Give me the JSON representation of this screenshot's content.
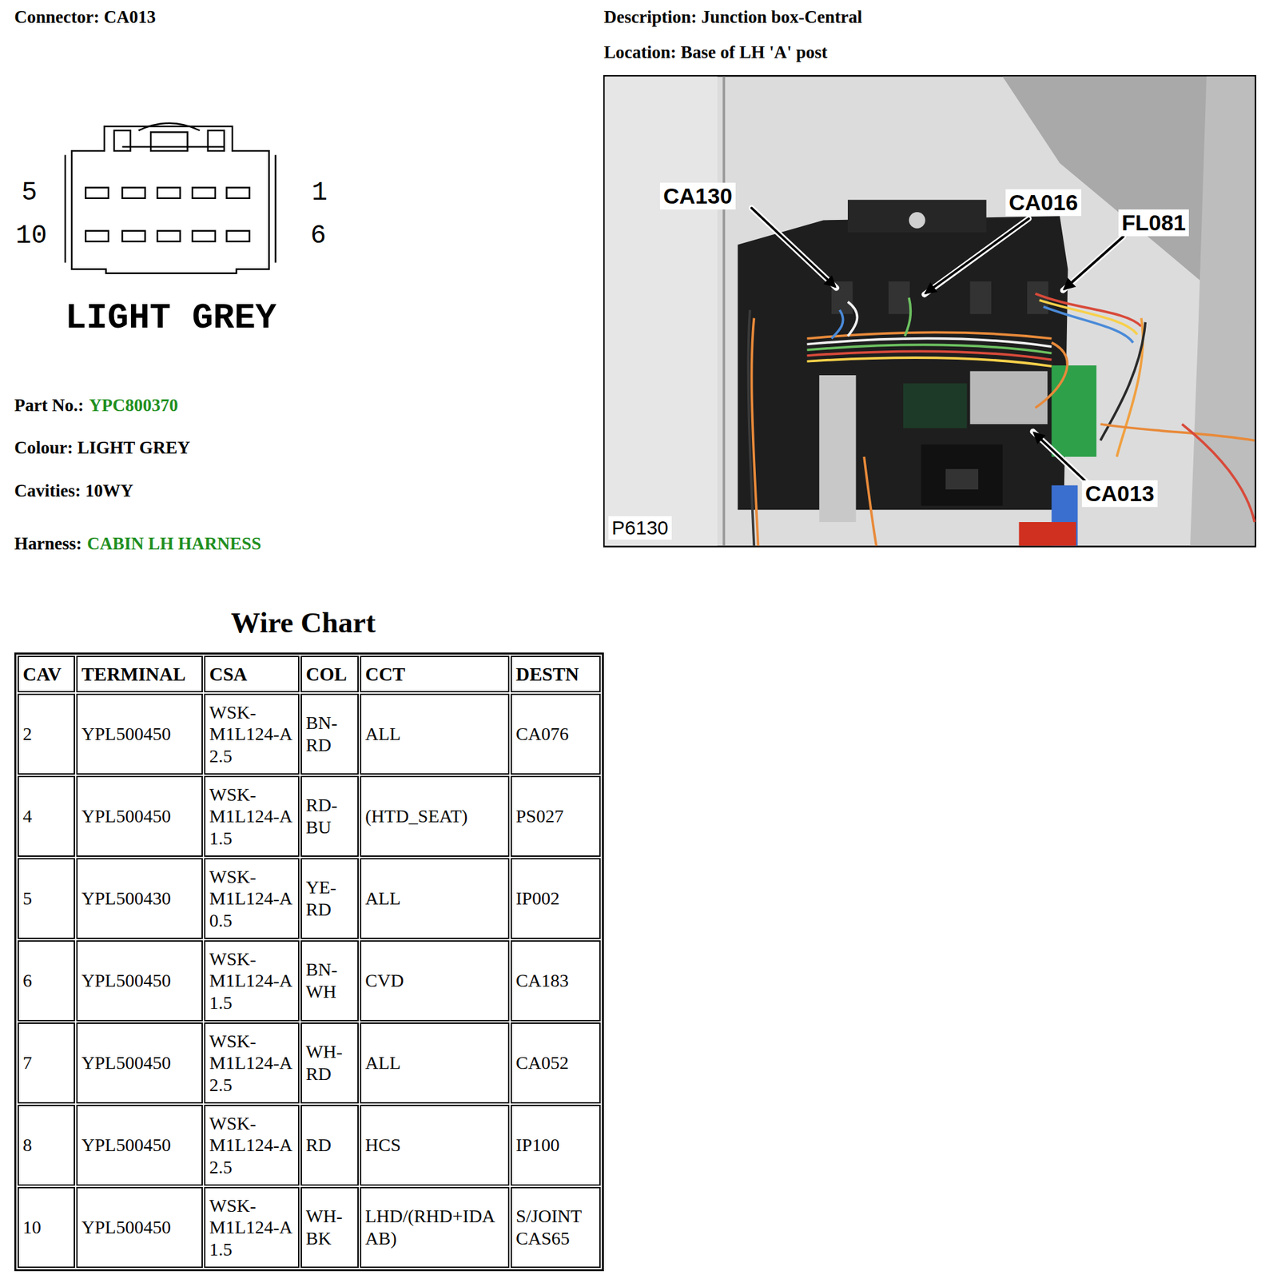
{
  "diagram": {
    "nodes": [
      {
        "text": [
          "CA130"
        ]
      },
      {
        "text": [
          "CA016"
        ]
      },
      {
        "text": [
          "FL081"
        ]
      },
      {
        "text": [
          "CA013"
        ]
      },
      {
        "text": [
          "P6130"
        ]
      }
    ],
    "labels": [
      "Connector: CA013",
      "Description: Junction box-Central",
      "Location: Base of LH 'A' post",
      "5",
      "1",
      "10",
      "6",
      "LIGHT GREY",
      "Part No.:",
      "YPC800370",
      "Colour: LIGHT GREY",
      "Cavities: 10WY",
      "Harness:",
      "CABIN LH HARNESS",
      "Wire Chart",
      "CAV",
      "TERMINAL",
      "CSA",
      "COL",
      "CCT",
      "DESTN",
      "2",
      "YPL500450",
      "WSK-M1L124-A 2.5",
      "BN-RD",
      "ALL",
      "CA076",
      "4",
      "YPL500450",
      "WSK-M1L124-A 1.5",
      "RD-BU",
      "(HTD_SEAT)",
      "PS027",
      "5",
      "YPL500430",
      "WSK-M1L124-A 0.5",
      "YE-RD",
      "ALL",
      "IP002",
      "6",
      "YPL500450",
      "WSK-M1L124-A 1.5",
      "BN-WH",
      "CVD",
      "CA183",
      "7",
      "YPL500450",
      "WSK-M1L124-A 2.5",
      "WH-RD",
      "ALL",
      "CA052",
      "8",
      "YPL500450",
      "WSK-M1L124-A 2.5",
      "RD",
      "HCS",
      "IP100",
      "10",
      "YPL500450",
      "WSK-M1L124-A 1.5",
      "WH-BK",
      "LHD/(RHD+IDAAB)",
      "S/JOINT CAS65"
    ]
  }
}
